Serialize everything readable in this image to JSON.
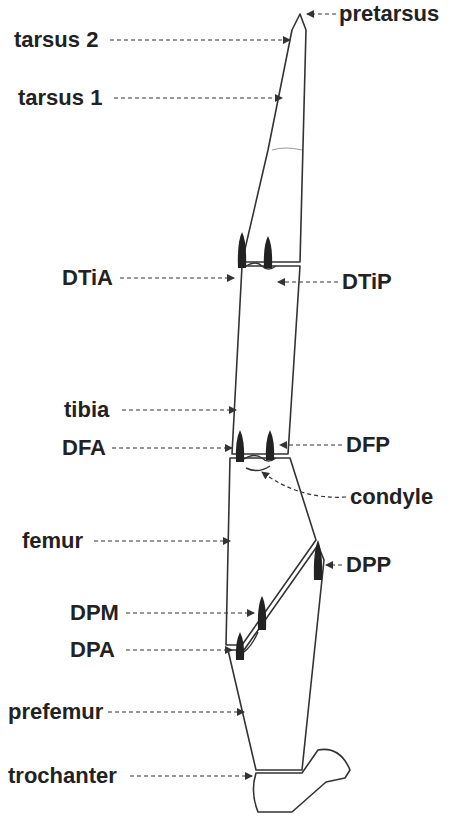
{
  "diagram": {
    "labels": [
      "pretarsus",
      "tarsus 2",
      "tarsus 1",
      "DTiA",
      "DTiP",
      "tibia",
      "DFA",
      "DFP",
      "condyle",
      "femur",
      "DPP",
      "DPM",
      "DPA",
      "prefemur",
      "trochanter"
    ]
  }
}
